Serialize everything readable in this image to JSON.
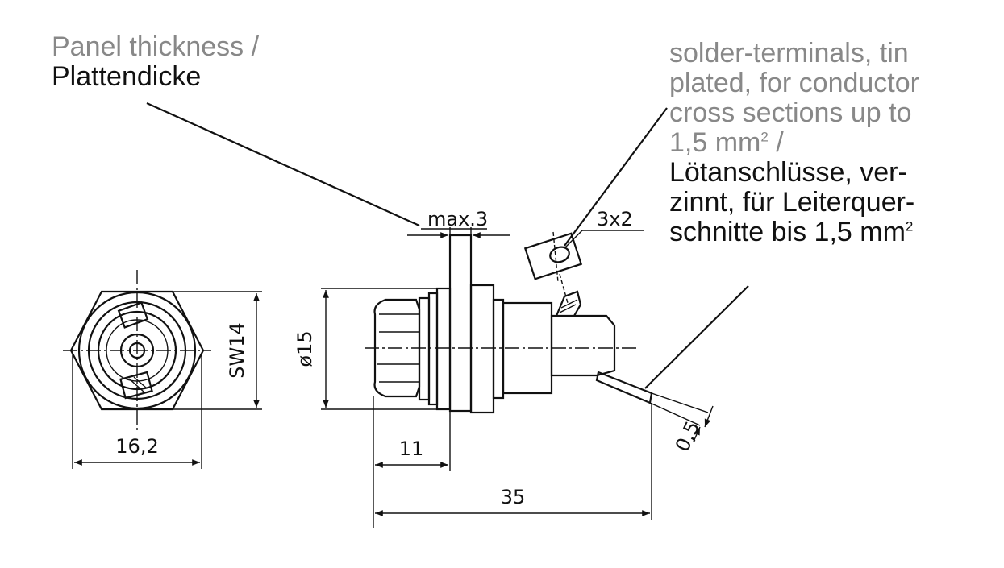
{
  "callouts": {
    "panel": {
      "en": "Panel thickness /",
      "de": "Plattendicke"
    },
    "solder": {
      "en_line1": "solder-terminals, tin",
      "en_line2": "plated, for conductor",
      "en_line3": "cross sections up to",
      "en_line4": "1,5 mm",
      "en_line4_sup": "2",
      "en_line4_end": " /",
      "de_line1": "Lötanschlüsse, ver-",
      "de_line2": "zinnt, für Leiterquer-",
      "de_line3": "schnitte bis 1,5 mm",
      "de_line3_sup": "2"
    }
  },
  "dimensions": {
    "max_thickness": "max.3",
    "terminal_hole": "3x2",
    "across_flats": "SW14",
    "diameter": "ø15",
    "width_front": "16,2",
    "front_length": "11",
    "overall_length": "35",
    "terminal_thickness": "0,5"
  }
}
